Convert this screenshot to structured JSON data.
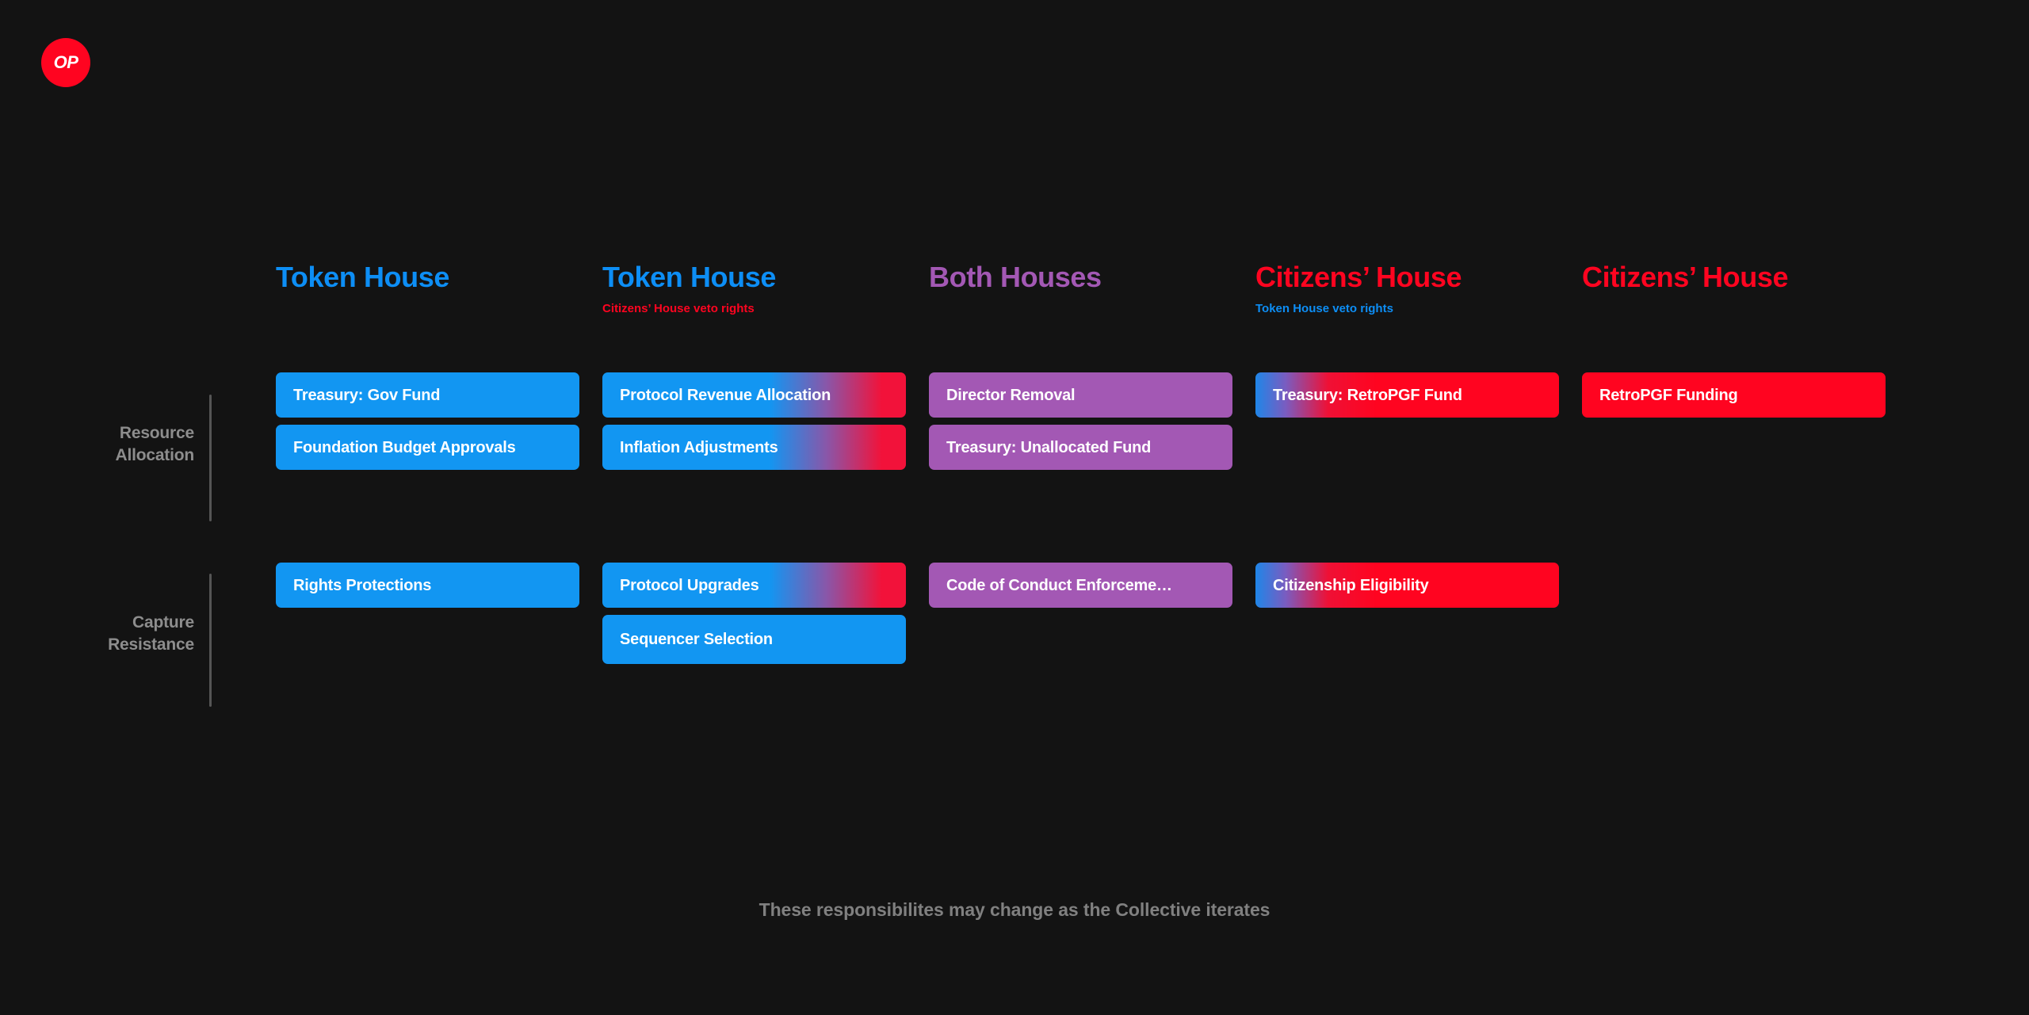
{
  "brand": {
    "logo_text": "OP",
    "logo_color": "#FF0420",
    "background_color": "#131313"
  },
  "colors": {
    "token_house_blue": "#1296f2",
    "citizens_house_red": "#FF0420",
    "both_houses_purple": "#a358b4",
    "label_gray": "#8d8d8d",
    "footer_gray": "#808080",
    "divider_gray": "#555555"
  },
  "columns": [
    {
      "title": "Token House",
      "title_color": "#0d8ef5",
      "subtitle": "",
      "subtitle_color": ""
    },
    {
      "title": "Token House",
      "title_color": "#0d8ef5",
      "subtitle": "Citizens’ House veto rights",
      "subtitle_color": "#FF0420"
    },
    {
      "title": "Both Houses",
      "title_color": "#a358b4",
      "subtitle": "",
      "subtitle_color": ""
    },
    {
      "title": "Citizens’ House",
      "title_color": "#FF0420",
      "subtitle": "Token House veto rights",
      "subtitle_color": "#0d8ef5"
    },
    {
      "title": "Citizens’ House",
      "title_color": "#FF0420",
      "subtitle": "",
      "subtitle_color": ""
    }
  ],
  "rows": [
    {
      "label_line1": "Resource",
      "label_line2": "Allocation",
      "cells": [
        {
          "cards": [
            {
              "label": "Treasury: Gov Fund"
            },
            {
              "label": "Foundation Budget Approvals"
            }
          ]
        },
        {
          "cards": [
            {
              "label": "Protocol Revenue Allocation"
            },
            {
              "label": "Inflation Adjustments"
            }
          ]
        },
        {
          "cards": [
            {
              "label": "Director Removal"
            },
            {
              "label": "Treasury: Unallocated Fund"
            }
          ]
        },
        {
          "cards": [
            {
              "label": "Treasury: RetroPGF Fund"
            }
          ]
        },
        {
          "cards": [
            {
              "label": "RetroPGF Funding"
            }
          ]
        }
      ]
    },
    {
      "label_line1": "Capture",
      "label_line2": "Resistance",
      "cells": [
        {
          "cards": [
            {
              "label": "Rights Protections"
            }
          ]
        },
        {
          "cards": [
            {
              "label": "Protocol Upgrades"
            },
            {
              "label": "Sequencer Selection"
            }
          ]
        },
        {
          "cards": [
            {
              "label": "Code of Conduct Enforceme…"
            }
          ]
        },
        {
          "cards": [
            {
              "label": "Citizenship Eligibility"
            }
          ]
        },
        {
          "cards": []
        }
      ]
    }
  ],
  "footer": {
    "note": "These responsibilites may change as the Collective iterates"
  }
}
